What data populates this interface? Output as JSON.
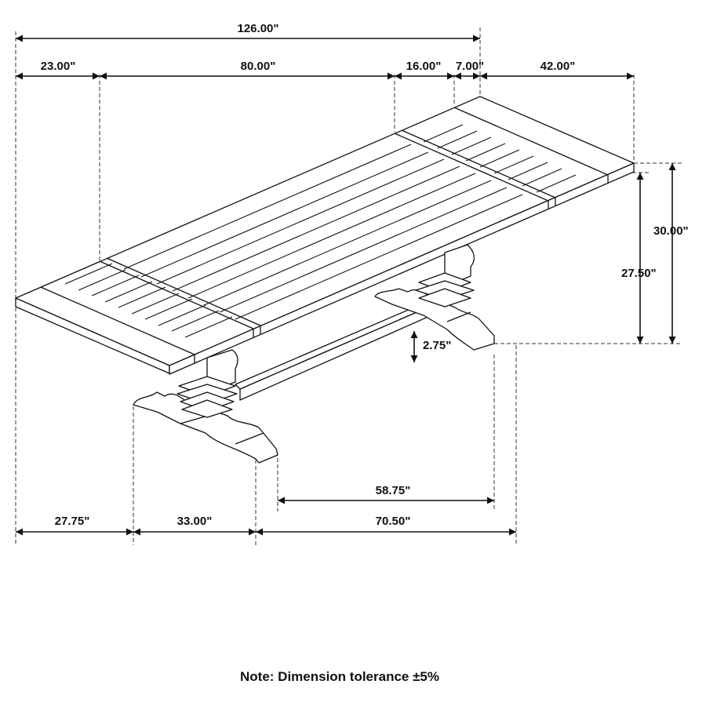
{
  "diagram": {
    "subject": "Trestle dining table with extension leaves - dimension drawing",
    "line_color": "#111111",
    "background": "#ffffff"
  },
  "dimensions": {
    "overall_length": "126.00\"",
    "left_leaf": "23.00\"",
    "main_top": "80.00\"",
    "right_leaf": "16.00\"",
    "right_edge_offset": "7.00\"",
    "depth": "42.00\"",
    "total_height": "30.00\"",
    "apron_clearance": "27.50\"",
    "stretcher_height": "2.75\"",
    "stretcher_span": "58.75\"",
    "bottom_left_offset": "27.75\"",
    "foot_length": "33.00\"",
    "base_length": "70.50\""
  },
  "note": "Note: Dimension tolerance ±5%"
}
